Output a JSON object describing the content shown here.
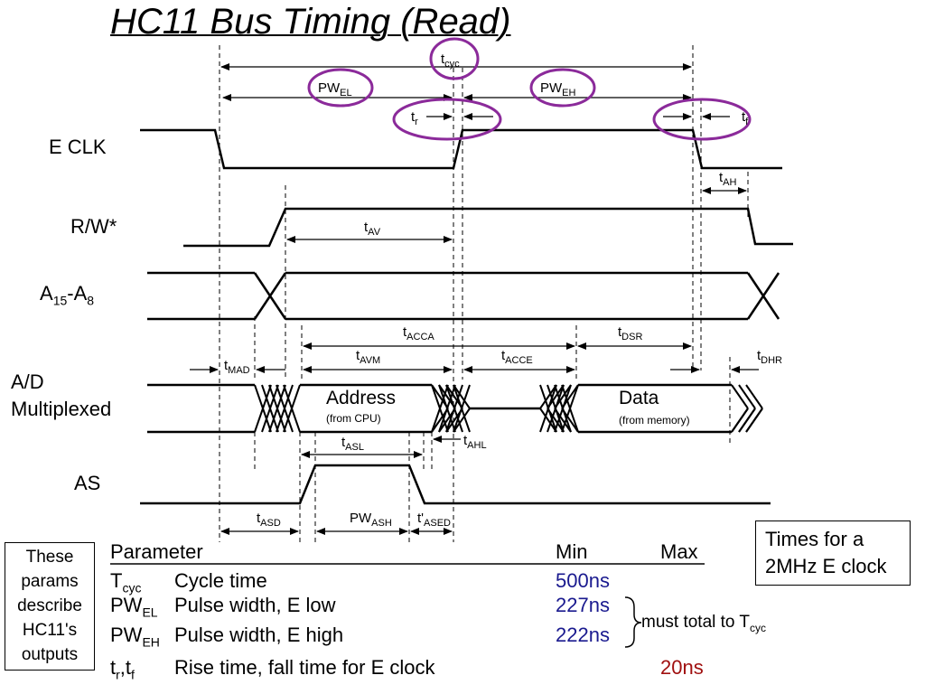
{
  "title": "HC11 Bus Timing (Read)",
  "signals": {
    "eclk": "E CLK",
    "rw": "R/W*",
    "addr_main": "A",
    "addr_sub1": "15",
    "addr_dash": "-A",
    "addr_sub2": "8",
    "ad_line1": "A/D",
    "ad_line2": "Multiplexed",
    "as": "AS"
  },
  "bus_text": {
    "address": "Address",
    "address_sub": "(from CPU)",
    "data": "Data",
    "data_sub": "(from memory)"
  },
  "timing": {
    "tcyc_m": "t",
    "tcyc_s": "cyc",
    "pwel_m": "PW",
    "pwel_s": "EL",
    "pweh_m": "PW",
    "pweh_s": "EH",
    "tr_m": "t",
    "tr_s": "r",
    "tf_m": "t",
    "tf_s": "f",
    "tah_m": "t",
    "tah_s": "AH",
    "tav_m": "t",
    "tav_s": "AV",
    "tacca_m": "t",
    "tacca_s": "ACCA",
    "tdsr_m": "t",
    "tdsr_s": "DSR",
    "tmad_m": "t",
    "tmad_s": "MAD",
    "tavm_m": "t",
    "tavm_s": "AVM",
    "tacce_m": "t",
    "tacce_s": "ACCE",
    "tdhr_m": "t",
    "tdhr_s": "DHR",
    "tasl_m": "t",
    "tasl_s": "ASL",
    "tahl_m": "t",
    "tahl_s": "AHL",
    "tasd_m": "t",
    "tasd_s": "ASD",
    "pwash_m": "PW",
    "pwash_s": "ASH",
    "tased_m": "t'",
    "tased_s": "ASED"
  },
  "table": {
    "header_param": "Parameter",
    "header_min": "Min",
    "header_max": "Max",
    "rows": [
      {
        "sym_m": "T",
        "sym_s": "cyc",
        "desc": "Cycle time",
        "min": "500ns",
        "max": ""
      },
      {
        "sym_m": "PW",
        "sym_s": "EL",
        "desc": "Pulse width, E low",
        "min": "227ns",
        "max": ""
      },
      {
        "sym_m": "PW",
        "sym_s": "EH",
        "desc": "Pulse width, E high",
        "min": "222ns",
        "max": ""
      },
      {
        "sym_m": "t",
        "sym_s": "r",
        "sym_m2": ",t",
        "sym_s2": "f",
        "desc": "Rise time, fall time for E clock",
        "min": "",
        "max": "20ns"
      }
    ],
    "brace_note": "must total to T",
    "brace_note_sub": "cyc"
  },
  "notes": {
    "left_lines": [
      "These",
      "params",
      "describe",
      "HC11's",
      "outputs"
    ],
    "right_lines": [
      "Times for a",
      "2MHz E clock"
    ]
  },
  "colors": {
    "circle": "#8b2a9a",
    "min_values": "#1a1a8f",
    "max_values": "#a01010"
  }
}
